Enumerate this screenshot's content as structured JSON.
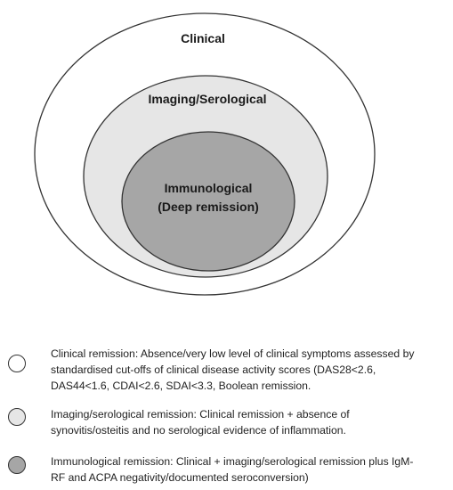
{
  "colors": {
    "outer_ring": "#ffffff",
    "middle_ring": "#e6e6e6",
    "inner_ring": "#a6a6a6",
    "stroke": "#333333"
  },
  "rings": [
    {
      "label_lines": [
        "Clinical"
      ]
    },
    {
      "label_lines": [
        "Imaging/Serological"
      ]
    },
    {
      "label_lines": [
        "Immunological",
        "(Deep remission)"
      ]
    }
  ],
  "legend": [
    {
      "text": "Clinical remission: Absence/very low level of clinical symptoms assessed by\nstandardised cut-offs of clinical disease activity scores (DAS28<2.6,\nDAS44<1.6, CDAI<2.6, SDAI<3.3, Boolean remission."
    },
    {
      "text": "Imaging/serological remission: Clinical remission + absence of\nsynovitis/osteitis and no serological evidence of inflammation."
    },
    {
      "text": "Immunological remission: Clinical + imaging/serological remission plus IgM-\nRF and ACPA negativity/documented seroconversion)"
    }
  ]
}
